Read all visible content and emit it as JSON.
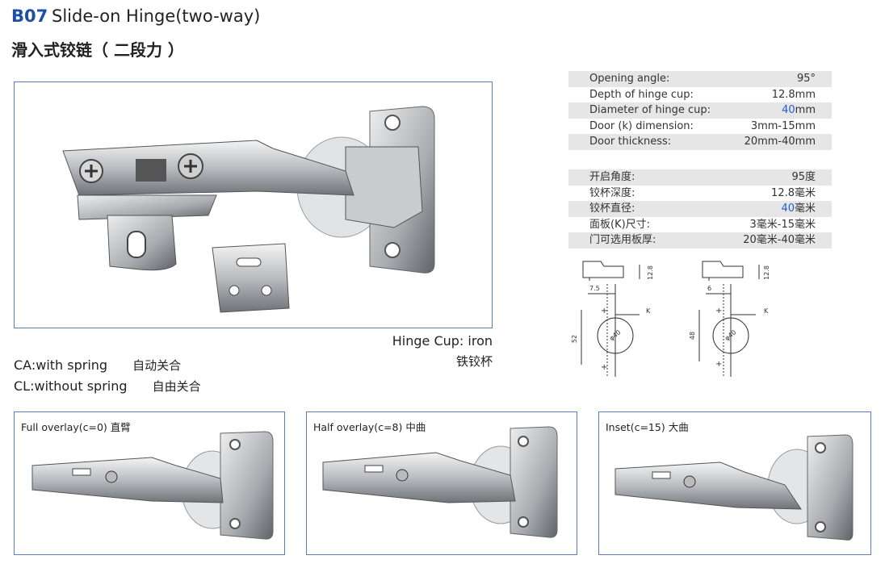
{
  "header": {
    "code": "B07",
    "title": "Slide-on Hinge(two-way)",
    "subtitle_zh": "滑入式铰链（ 二段力 ）"
  },
  "hinge_cup": {
    "label": "Hinge Cup: iron",
    "label_zh": "铁铰杯"
  },
  "legend": [
    {
      "en": "CA:with spring",
      "zh": "自动关合"
    },
    {
      "en": "CL:without spring",
      "zh": "自由关合"
    }
  ],
  "specs_en": [
    {
      "label": "Opening angle:",
      "value": "95°"
    },
    {
      "label": "Depth of hinge cup:",
      "value": "12.8mm"
    },
    {
      "label": "Diameter of hinge cup:",
      "value_num": "40",
      "value_unit": "mm"
    },
    {
      "label": "Door (k) dimension:",
      "value": "3mm-15mm"
    },
    {
      "label": "Door thickness:",
      "value": "20mm-40mm"
    }
  ],
  "specs_zh": [
    {
      "label": "开启角度:",
      "value": "95度"
    },
    {
      "label": "铰杯深度:",
      "value": "12.8毫米"
    },
    {
      "label": "铰杯直径:",
      "value_num": "40",
      "value_unit": "毫米"
    },
    {
      "label": "面板(K)尺寸:",
      "value": "3毫米-15毫米"
    },
    {
      "label": "门可选用板厚:",
      "value": "20毫米-40毫米"
    }
  ],
  "drawings": [
    {
      "depth": "12.8",
      "offset": "7.5",
      "height": "52",
      "dia": "φ40",
      "k": "K"
    },
    {
      "depth": "12.8",
      "offset": "6",
      "height": "48",
      "dia": "φ40",
      "k": "K"
    }
  ],
  "variants": [
    {
      "label": "Full overlay(c=0)  直臂"
    },
    {
      "label": "Half overlay(c=8)  中曲"
    },
    {
      "label": "Inset(c=15)  大曲"
    }
  ],
  "colors": {
    "brand_blue": "#1d4fa8",
    "frame_blue": "#5b7fbd",
    "accent_blue": "#1f5fd0",
    "row_grey": "#e6e6e6"
  }
}
